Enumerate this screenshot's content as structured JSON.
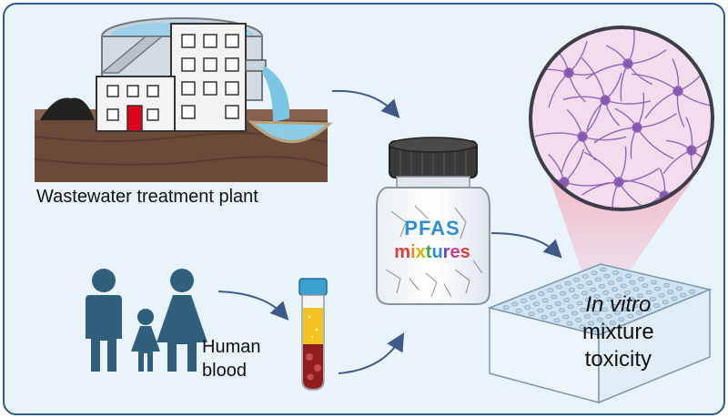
{
  "labels": {
    "wastewater": "Wastewater treatment plant",
    "human_line1": "Human",
    "human_line2": "blood",
    "vitro_line1": "In vitro",
    "vitro_line2": "mixture",
    "vitro_line3": "toxicity"
  },
  "bottle": {
    "title": "PFAS",
    "subtitle_letters": [
      "m",
      "i",
      "x",
      "t",
      "u",
      "r",
      "e",
      "s"
    ],
    "subtitle_colors": [
      "#e23b3b",
      "#e88a1a",
      "#d6b300",
      "#3aa845",
      "#2e8fd8",
      "#7a3fc4",
      "#c43f9a",
      "#e23b3b"
    ]
  },
  "colors": {
    "background_panel": "#e9f3fb",
    "frame": "#2c5a8c",
    "arrow": "#3f5a8a",
    "people": "#2f5f7a",
    "soil": "#6b4a3a",
    "water": "#8ccbe6",
    "microscope_view": "#f3dceb",
    "neuron": "#8a5ab5",
    "plate": "#dfeffa"
  },
  "icons": [
    "wastewater-plant-icon",
    "sludge-pile-icon",
    "outflow-pipe-icon",
    "sample-bottle-icon",
    "family-icon",
    "blood-tube-icon",
    "microscope-view-icon",
    "well-plate-icon"
  ]
}
